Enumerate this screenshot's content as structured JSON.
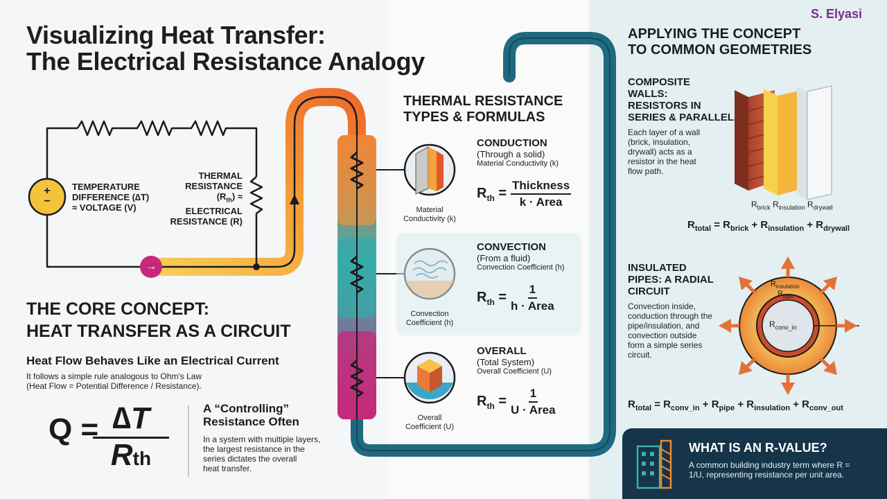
{
  "author": "S. Elyasi",
  "title_line1": "Visualizing Heat Transfer:",
  "title_line2": "The Electrical Resistance Analogy",
  "circuit": {
    "source_symbol_plus": "+",
    "source_symbol_minus": "−",
    "temp_label_1": "TEMPERATURE",
    "temp_label_2": "DIFFERENCE (∆T)",
    "temp_label_3": "≈ VOLTAGE (V)",
    "res_label_1": "THERMAL",
    "res_label_2": "RESISTANCE",
    "res_label_3a": "(R",
    "res_label_3b": "th",
    "res_label_3c": ") ≈ ELECTRICAL",
    "res_label_4": "RESISTANCE (R)",
    "arrow_symbol": "→"
  },
  "core": {
    "heading_1": "THE CORE CONCEPT:",
    "heading_2": "HEAT TRANSFER AS A CIRCUIT",
    "sub": "Heat Flow Behaves Like an Electrical Current",
    "desc_1": "It follows a simple rule analogous to Ohm's Law",
    "desc_2": "(Heat Flow = Potential Difference / Resistance).",
    "eq_q": "Q =",
    "eq_num": "∆T",
    "eq_den": "R",
    "eq_den_sub": "th",
    "ctrl_1": "A “Controlling”",
    "ctrl_2": "Resistance Often",
    "ctrl_desc_1": "In a system with multiple layers,",
    "ctrl_desc_2": "the largest resistance in the",
    "ctrl_desc_3": "series dictates the overall",
    "ctrl_desc_4": "heat transfer."
  },
  "types": {
    "heading_1": "THERMAL RESISTANCE",
    "heading_2": "TYPES & FORMULAS",
    "items": [
      {
        "name": "CONDUCTION",
        "sub": "(Through a solid)",
        "desc": "Material Conductivity (k)",
        "lhs": "R",
        "lhs_sub": "th",
        "num": "Thickness",
        "den": "k · Area",
        "cap_1": "Material",
        "cap_2": "Conductivity (k)"
      },
      {
        "name": "CONVECTION",
        "sub": "(From a fluid)",
        "desc": "Convection Coefficient (h)",
        "lhs": "R",
        "lhs_sub": "th",
        "num": "1",
        "den": "h · Area",
        "cap_1": "Convection",
        "cap_2": "Coefficient (h)"
      },
      {
        "name": "OVERALL",
        "sub": "(Total System)",
        "desc": "Overall Coefficient (U)",
        "lhs": "R",
        "lhs_sub": "th",
        "num": "1",
        "den": "U · Area",
        "cap_1": "Overall",
        "cap_2": "Coefficient (U)"
      }
    ]
  },
  "geometries": {
    "heading_1": "APPLYING THE CONCEPT",
    "heading_2": "TO COMMON GEOMETRIES",
    "walls": {
      "h1": "COMPOSITE",
      "h2": "WALLS:",
      "h3": "RESISTORS IN",
      "h4": "SERIES & PARALLEL",
      "d1": "Each layer of a wall",
      "d2": "(brick, insulation,",
      "d3": "drywall) acts as a",
      "d4": "resistor in the heat",
      "d5": "flow path.",
      "lbl_brick": "brick",
      "lbl_ins": "insulation",
      "lbl_dry": "drywall",
      "eq_total": "total",
      "eq_brick": "brick",
      "eq_ins": "insulation",
      "eq_dry": "drywall"
    },
    "pipes": {
      "h1": "INSULATED",
      "h2": "PIPES: A RADIAL",
      "h3": "CIRCUIT",
      "d1": "Convection inside,",
      "d2": "conduction through the",
      "d3": "pipe/insulation, and",
      "d4": "convection outside",
      "d5": "form a simple series",
      "d6": "circuit.",
      "lbl_ins": "insulation",
      "lbl_pipe": "pipe",
      "lbl_conv_in": "conv_in",
      "eq_total": "total",
      "eq_conv_in": "conv_in",
      "eq_pipe": "pipe",
      "eq_ins": "insulation",
      "eq_conv_out": "conv_out"
    }
  },
  "rvalue": {
    "heading": "WHAT IS AN R-VALUE?",
    "desc_1": "A common building industry term where R =",
    "desc_2": "1/U, representing resistance per unit area."
  },
  "colors": {
    "navy": "#16344a",
    "teal": "#1f6a80",
    "orange": "#f08a2a",
    "yellow": "#f5c23c",
    "magenta": "#c52a7a"
  }
}
